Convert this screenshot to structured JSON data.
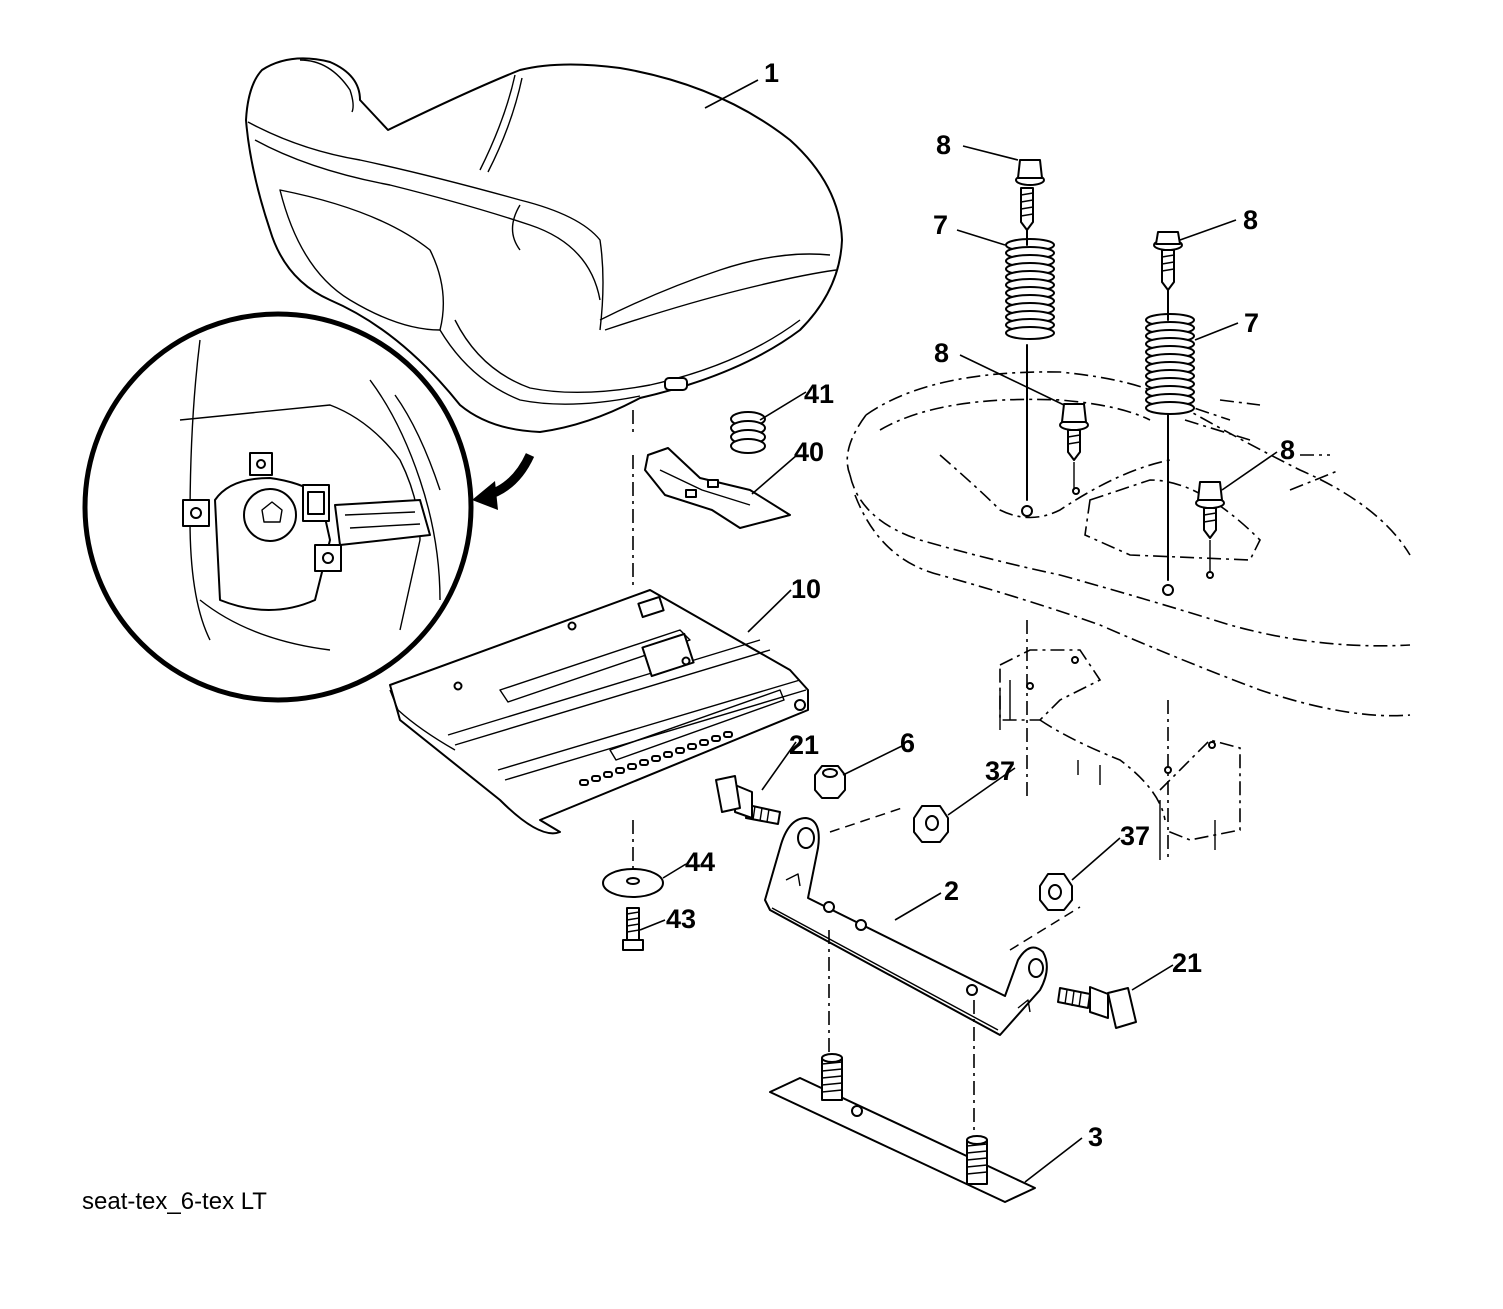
{
  "diagram": {
    "caption": "seat-tex_6-tex LT",
    "callouts": {
      "seat": "1",
      "pivot_bracket": "2",
      "plate": "3",
      "nut": "6",
      "spring_left": "7",
      "spring_right": "7",
      "bolt_top_left": "8",
      "bolt_top_right": "8",
      "bolt_mid_left": "8",
      "bolt_mid_right": "8",
      "seat_pan": "10",
      "bolt_left": "21",
      "bolt_right": "21",
      "nut_upper": "37",
      "nut_lower": "37",
      "clip": "40",
      "spring_small": "41",
      "screw": "43",
      "washer": "44"
    }
  }
}
